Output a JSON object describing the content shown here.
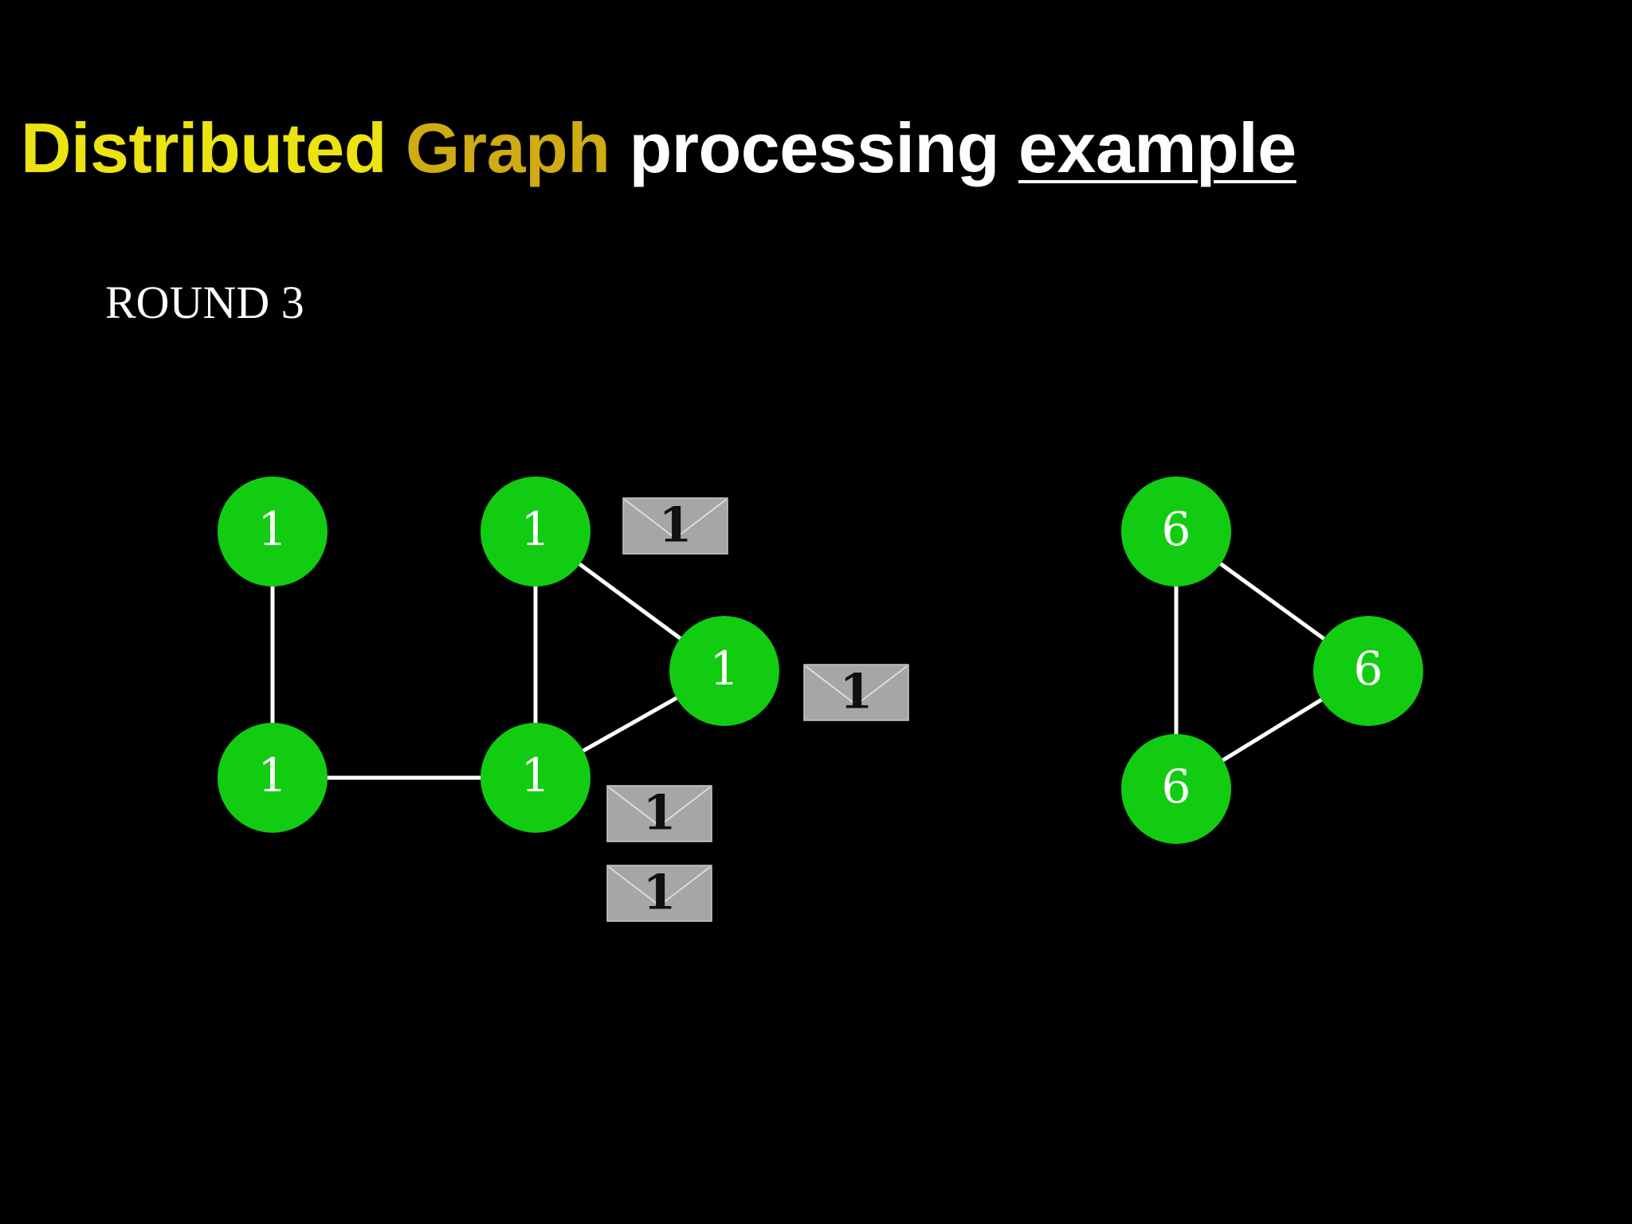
{
  "slide": {
    "title_parts": [
      "Distributed",
      "Graph",
      "processing",
      "example"
    ],
    "round_label": "ROUND 3"
  },
  "colors": {
    "background": "#000000",
    "title_distributed": "#ebe314",
    "title_graph": "#cfab14",
    "title_rest": "#ffffff",
    "node_fill": "#11cc11",
    "edge": "#ffffff",
    "message_fill": "#a6a6a6"
  },
  "graph": {
    "nodes": [
      {
        "id": "a",
        "label": "1"
      },
      {
        "id": "b",
        "label": "1"
      },
      {
        "id": "c",
        "label": "1"
      },
      {
        "id": "d",
        "label": "1"
      },
      {
        "id": "e",
        "label": "1"
      },
      {
        "id": "f",
        "label": "6"
      },
      {
        "id": "g",
        "label": "6"
      },
      {
        "id": "h",
        "label": "6"
      }
    ],
    "edges": [
      [
        "a",
        "b"
      ],
      [
        "b",
        "d"
      ],
      [
        "c",
        "d"
      ],
      [
        "c",
        "e"
      ],
      [
        "d",
        "e"
      ],
      [
        "f",
        "h"
      ],
      [
        "f",
        "g"
      ],
      [
        "g",
        "h"
      ]
    ],
    "messages": [
      {
        "id": "m1",
        "label": "1",
        "icon": "envelope-icon"
      },
      {
        "id": "m2",
        "label": "1",
        "icon": "envelope-icon"
      },
      {
        "id": "m3",
        "label": "1",
        "icon": "envelope-icon"
      },
      {
        "id": "m4",
        "label": "1",
        "icon": "envelope-icon"
      }
    ]
  }
}
